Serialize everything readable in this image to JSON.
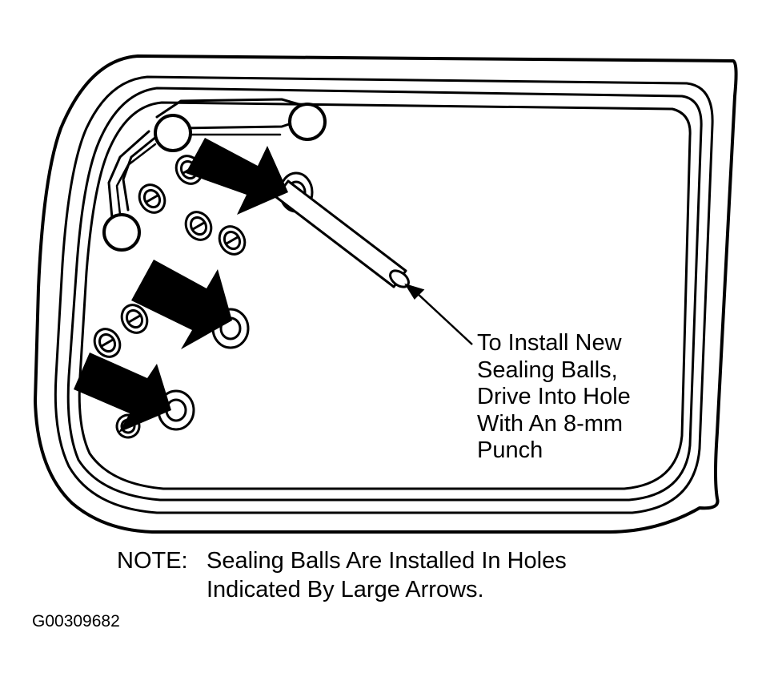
{
  "callout": {
    "lines": [
      "To Install New",
      "Sealing Balls,",
      "Drive Into Hole",
      "With An 8-mm",
      "Punch"
    ]
  },
  "note": {
    "label": "NOTE:",
    "lines": [
      "Sealing Balls Are Installed In Holes",
      "Indicated By Large Arrows."
    ]
  },
  "figure_id": "G00309682",
  "colors": {
    "ink": "#000000",
    "paper": "#ffffff"
  },
  "icons": [
    "large-arrow-icon",
    "punch-tool-icon",
    "sealing-ball-hole-icon"
  ]
}
